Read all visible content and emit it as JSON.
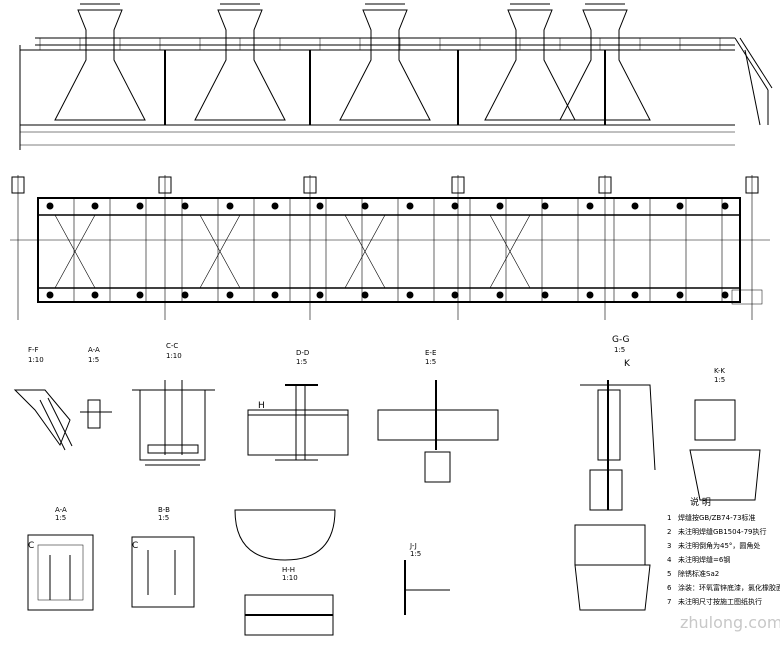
{
  "sections": [
    {
      "id": "F-F",
      "scale": "1:10"
    },
    {
      "id": "A-A",
      "scale": "1:5"
    },
    {
      "id": "C-C",
      "scale": "1:10"
    },
    {
      "id": "D-D",
      "scale": "1:5"
    },
    {
      "id": "E-E",
      "scale": "1:5"
    },
    {
      "id": "G-G",
      "scale": "1:5"
    },
    {
      "id": "K-K",
      "scale": "1:5"
    },
    {
      "id": "A-A",
      "scale": "1:5"
    },
    {
      "id": "B-B",
      "scale": "1:5"
    },
    {
      "id": "H-H",
      "scale": "1:10"
    },
    {
      "id": "J-J",
      "scale": "1:5"
    }
  ],
  "labels": {
    "h": "H",
    "k": "K",
    "c": "C"
  },
  "notes": {
    "title": "说  明",
    "items": [
      {
        "n": "1",
        "text": "焊缝按GB/ZB74-73标准"
      },
      {
        "n": "2",
        "text": "未注明焊缝GB1504-79执行"
      },
      {
        "n": "3",
        "text": "未注明倒角为45°，圆角处"
      },
      {
        "n": "4",
        "text": "未注明焊缝=6钢"
      },
      {
        "n": "5",
        "text": "除锈标准Sa2"
      },
      {
        "n": "6",
        "text": "涂装：环氧富锌底漆，氯化橡胶面漆"
      },
      {
        "n": "7",
        "text": "未注明尺寸按施工图纸执行"
      }
    ]
  },
  "watermark": "zhulong.com"
}
